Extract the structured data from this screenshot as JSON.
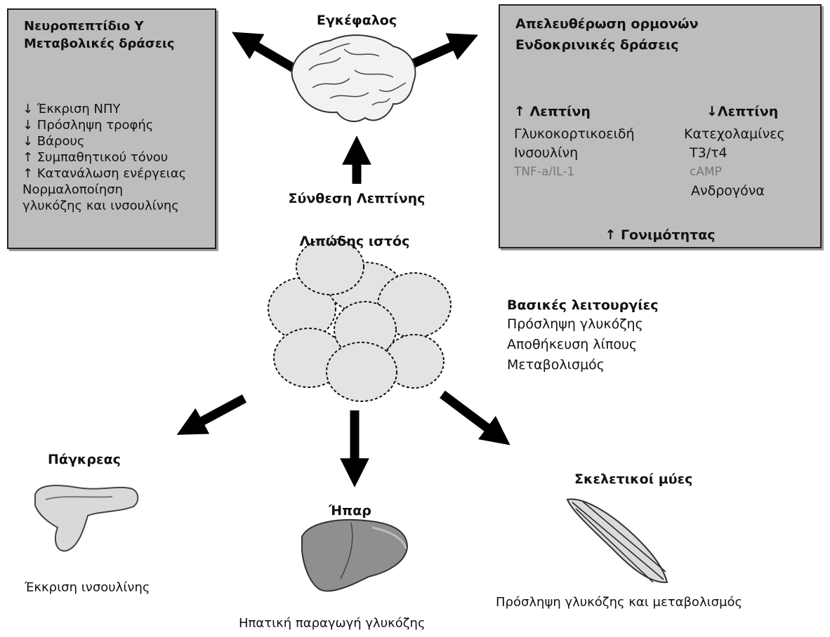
{
  "left_box": {
    "title_line1": "Νευροπεπτίδιο Υ",
    "title_line2": "Μεταβολικές δράσεις",
    "items": [
      "↓ Έκκριση ΝΠΥ",
      "↓ Πρόσληψη τροφής",
      "↓ Βάρους",
      "↑ Συμπαθητικού τόνου",
      "↑ Κατανάλωση ενέργειας",
      "Νορμαλοποίηση",
      "γλυκόζης και ινσουλίνης"
    ]
  },
  "right_box": {
    "title_line1": "Απελευθέρωση ορμονών",
    "title_line2": "Ενδοκρινικές δράσεις",
    "col_up_header": "↑ Λεπτίνη",
    "col_down_header": "↓Λεπτίνη",
    "col_up_items": [
      "Γλυκοκορτικοειδή",
      "Ινσουλίνη",
      "TNF-a/IL-1"
    ],
    "col_down_items": [
      "Κατεχολαμίνες",
      "T3/τ4",
      "cAMP",
      "Ανδρογόνα"
    ],
    "footer": "↑ Γονιμότητας"
  },
  "center": {
    "brain_label": "Εγκέφαλος",
    "synthesis_label": "Σύνθεση Λεπτίνης",
    "adipose_label": "Λιπώδης ιστός"
  },
  "functions": {
    "title": "Βασικές λειτουργίες",
    "items": [
      "Πρόσληψη γλυκόζης",
      "Αποθήκευση λίπους",
      "Μεταβολισμός"
    ]
  },
  "pancreas": {
    "label": "Πάγκρεας",
    "caption": "Έκκριση ινσουλίνης"
  },
  "liver": {
    "label": "Ήπαρ",
    "caption": "Ηπατική παραγωγή γλυκόζης"
  },
  "muscle": {
    "label": "Σκελετικοί μύες",
    "caption": "Πρόσληψη γλυκόζης και μεταβολισμός"
  }
}
